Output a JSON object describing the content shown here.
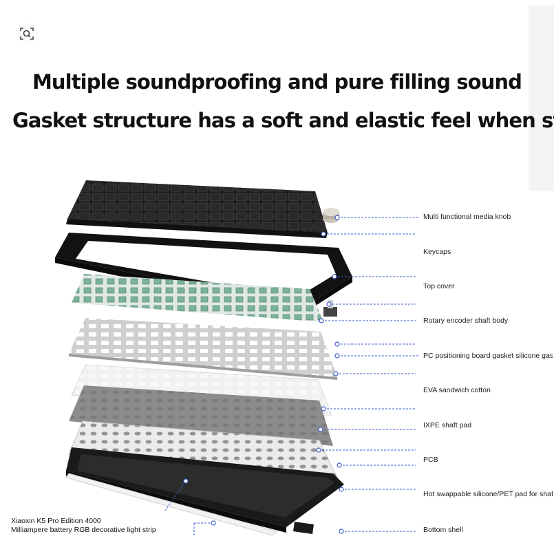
{
  "headline": {
    "line1": "Multiple soundproofing and pure filling sound",
    "line2": "Gasket structure has a soft and elastic feel when struck"
  },
  "toolbar": {
    "lens_icon": "image-search-icon"
  },
  "callouts": [
    "Multi functional media knob",
    "Keycaps",
    "Top cover",
    "Rotary encoder shaft body",
    "PC positioning board gasket silicone gask",
    "EVA sandwich cotton",
    "IXPE shaft pad",
    "PCB",
    "Hot swappable silicone/PET pad for shaft",
    "Bottom shell"
  ],
  "battery_callout": {
    "line1": "Xiaoxin K5 Pro Edition 4000",
    "line2": "Milliampere battery RGB decorative light strip"
  },
  "colors": {
    "leader": "#3a5bd0",
    "text": "#111111"
  }
}
